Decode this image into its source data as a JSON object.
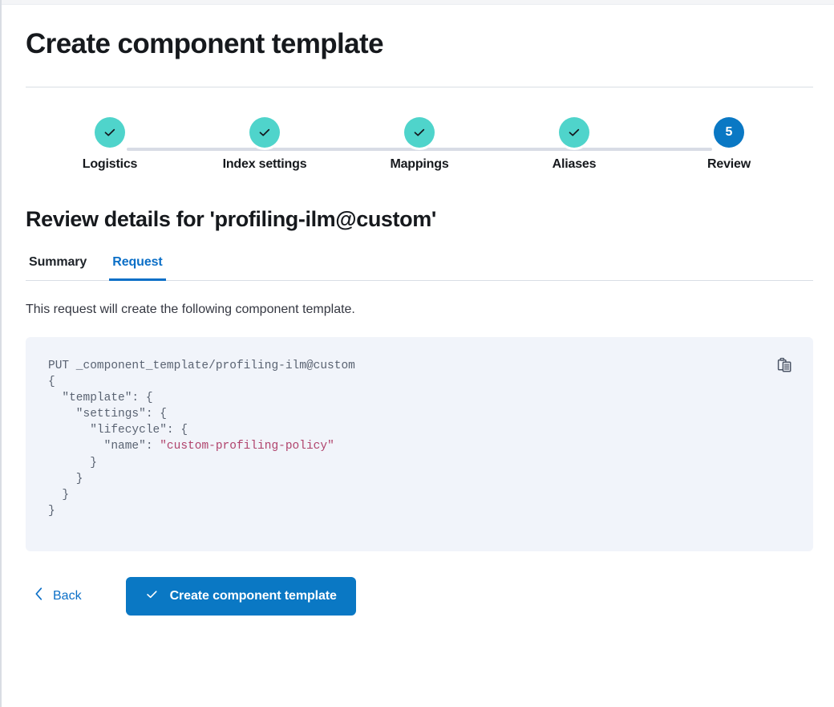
{
  "page": {
    "title": "Create component template",
    "section_title": "Review details for 'profiling-ilm@custom'",
    "description": "This request will create the following component template."
  },
  "stepper": {
    "steps": [
      {
        "label": "Logistics",
        "state": "complete",
        "indicator": "check"
      },
      {
        "label": "Index settings",
        "state": "complete",
        "indicator": "check"
      },
      {
        "label": "Mappings",
        "state": "complete",
        "indicator": "check"
      },
      {
        "label": "Aliases",
        "state": "complete",
        "indicator": "check"
      },
      {
        "label": "Review",
        "state": "current",
        "indicator": "5"
      }
    ],
    "colors": {
      "complete": "#4fd4cb",
      "current": "#0a78c4",
      "line": "#d8dce5"
    }
  },
  "tabs": {
    "items": [
      {
        "label": "Summary",
        "active": false
      },
      {
        "label": "Request",
        "active": true
      }
    ],
    "active_color": "#0b6fc7"
  },
  "code": {
    "method_line": "PUT _component_template/profiling-ilm@custom",
    "body_lines": [
      "{",
      "  \"template\": {",
      "    \"settings\": {",
      "      \"lifecycle\": {",
      "        \"name\": \"custom-profiling-policy\"",
      "      }",
      "    }",
      "  }",
      "}"
    ],
    "string_value": "\"custom-profiling-policy\"",
    "copy_icon": "clipboard-copy-icon",
    "background": "#f1f4fa",
    "text_color": "#5a6372",
    "string_color": "#b0436c"
  },
  "actions": {
    "back_label": "Back",
    "back_icon": "chevron-left-icon",
    "submit_label": "Create component template",
    "submit_icon": "check-icon",
    "submit_color": "#0a78c4"
  }
}
